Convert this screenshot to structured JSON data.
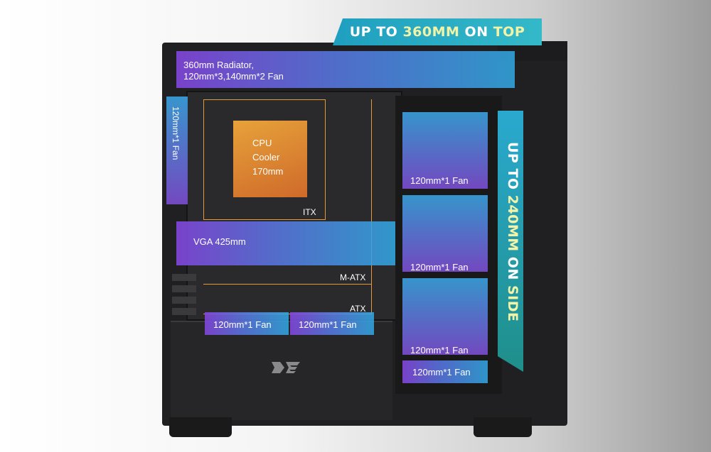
{
  "banners": {
    "top": {
      "prefix": "UP TO ",
      "size": "360MM",
      "mid": " ON ",
      "position": "TOP"
    },
    "side": {
      "prefix": "UP TO ",
      "size": "240MM",
      "mid": " ON ",
      "position": "SIDE"
    }
  },
  "labels": {
    "radiator_line1": "360mm Radiator,",
    "radiator_line2": "120mm*3,140mm*2 Fan",
    "front_fan": "120mm*1 Fan",
    "cpu_line1": "CPU",
    "cpu_line2": "Cooler",
    "cpu_line3": "170mm",
    "itx": "ITX",
    "matx": "M-ATX",
    "atx": "ATX",
    "vga": "VGA 425mm",
    "side_fan_1": "120mm*1 Fan",
    "side_fan_2": "120mm*1 Fan",
    "side_fan_3": "120mm*1 Fan",
    "bottom_right_fan": "120mm*1 Fan",
    "bottom_fan_1": "120mm*1 Fan",
    "bottom_fan_2": "120mm*1 Fan"
  },
  "colors": {
    "banner_accent": "#34b9c9",
    "highlight_text": "#f3f3a8",
    "motherboard_outline": "#e39a3a",
    "cpu_block": "#e7a23a"
  },
  "icons": {
    "brand": "darkflash-logo"
  }
}
